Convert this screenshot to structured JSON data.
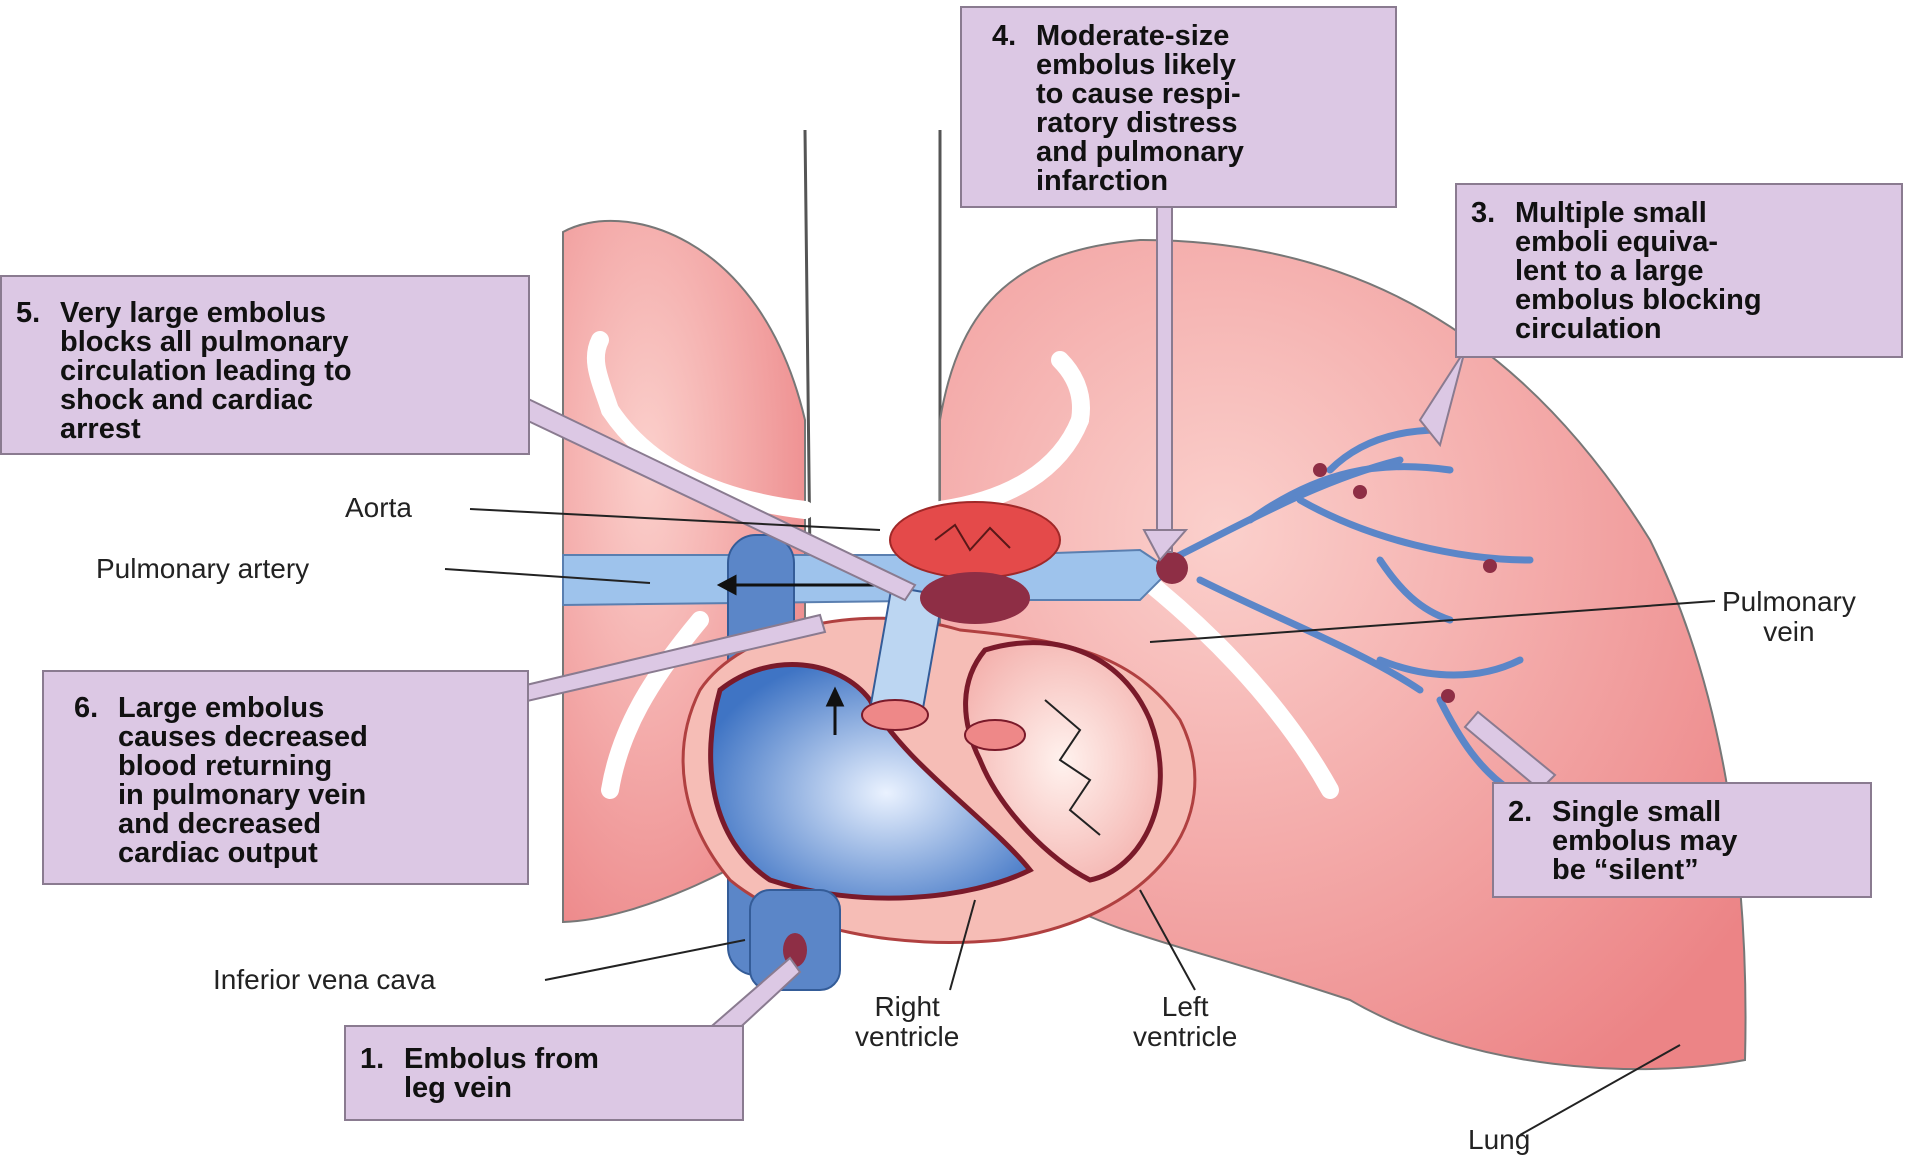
{
  "callouts": {
    "c1": {
      "num": "1.",
      "text": "Embolus from\nleg vein"
    },
    "c2": {
      "num": "2.",
      "text": "Single small\nembolus may\nbe “silent”"
    },
    "c3": {
      "num": "3.",
      "text": "Multiple small\nemboli equiva-\nlent to a large\nembolus blocking\ncirculation"
    },
    "c4": {
      "num": "4.",
      "text": "Moderate-size\nembolus likely\nto cause respi-\nratory distress\nand pulmonary\ninfarction"
    },
    "c5": {
      "num": "5.",
      "text": "Very large embolus\nblocks all pulmonary\ncirculation leading to\nshock and cardiac\narrest"
    },
    "c6": {
      "num": "6.",
      "text": "Large embolus\ncauses decreased\nblood returning\nin pulmonary vein\nand decreased\ncardiac output"
    }
  },
  "labels": {
    "aorta": "Aorta",
    "pulmonary_artery": "Pulmonary artery",
    "pulmonary_vein": "Pulmonary\nvein",
    "inferior_vena_cava": "Inferior vena cava",
    "right_ventricle": "Right\nventricle",
    "left_ventricle": "Left\nventricle",
    "lung": "Lung"
  },
  "colors": {
    "lung_fill": "#f08e8e",
    "lung_light": "#f8c4c0",
    "venous_blue": "#5b86c8",
    "pulmonary_blue": "#9ec3ec",
    "arterial_red": "#e44a4a",
    "embolus": "#8e2e45",
    "callout_bg": "#dcc8e4"
  }
}
